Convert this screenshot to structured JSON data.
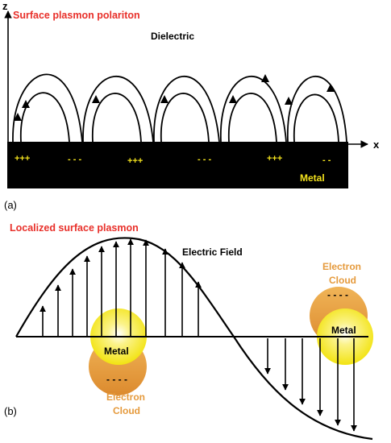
{
  "panel_a": {
    "title": "Surface plasmon polariton",
    "z_label": "z",
    "x_label": "x",
    "dielectric_label": "Dielectric",
    "metal_label": "Metal",
    "charges": [
      "+++",
      "- - -",
      "+++",
      "- - -",
      "+++",
      "- -"
    ],
    "panel_label": "(a)"
  },
  "panel_b": {
    "title": "Localized surface plasmon",
    "field_label": "Electric Field",
    "metal_left_label": "Metal",
    "metal_right_label": "Metal",
    "cloud_left_minus": "- - - -",
    "cloud_left_line1": "Electron",
    "cloud_left_line2": "Cloud",
    "cloud_right_line1": "Electron",
    "cloud_right_line2": "Cloud",
    "cloud_right_minus": "- - - -",
    "panel_label": "(b)"
  },
  "colors": {
    "title_red": "#e8302a",
    "metal_yellow": "#f5e51b",
    "cloud_orange": "#e59a3c",
    "charge_yellow": "#f3e21d"
  }
}
